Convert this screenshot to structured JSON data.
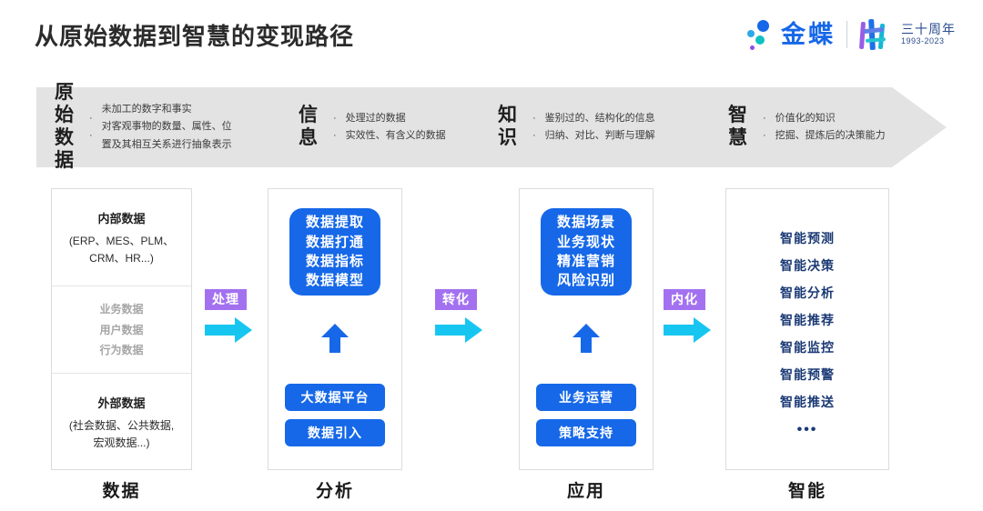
{
  "header": {
    "title": "从原始数据到智慧的变现路径",
    "brand": {
      "name": "金蝶",
      "anniversary_cn": "三十周年",
      "anniversary_years": "1993-2023"
    }
  },
  "banner": {
    "stages": [
      {
        "name_line1": "原始",
        "name_line2": "数据",
        "bullets": [
          "未加工的数字和事实",
          "对客观事物的数量、属性、位",
          "置及其相互关系进行抽象表示"
        ],
        "dots": 2
      },
      {
        "name_line1": "信",
        "name_line2": "息",
        "bullets": [
          "处理过的数据",
          "实效性、有含义的数据"
        ],
        "dots": 2
      },
      {
        "name_line1": "知",
        "name_line2": "识",
        "bullets": [
          "鉴别过的、结构化的信息",
          "归纳、对比、判断与理解"
        ],
        "dots": 2
      },
      {
        "name_line1": "智",
        "name_line2": "慧",
        "bullets": [
          "价值化的知识",
          "挖掘、提炼后的决策能力"
        ],
        "dots": 2
      }
    ]
  },
  "columns": {
    "data": {
      "footer_label": "数据",
      "internal_title": "内部数据",
      "internal_sub_line1": "(ERP、MES、PLM、",
      "internal_sub_line2": "CRM、HR...)",
      "middle_items": [
        "业务数据",
        "用户数据",
        "行为数据"
      ],
      "external_title": "外部数据",
      "external_sub_line1": "(社会数据、公共数据,",
      "external_sub_line2": "宏观数据...)"
    },
    "analysis": {
      "footer_label": "分析",
      "panel_lines": [
        "数据提取",
        "数据打通",
        "数据指标",
        "数据模型"
      ],
      "pill_top": "大数据平台",
      "pill_bottom": "数据引入"
    },
    "application": {
      "footer_label": "应用",
      "panel_lines": [
        "数据场景",
        "业务现状",
        "精准营销",
        "风险识别"
      ],
      "pill_top": "业务运营",
      "pill_bottom": "策略支持"
    },
    "intelligence": {
      "footer_label": "智能",
      "items": [
        "智能预测",
        "智能决策",
        "智能分析",
        "智能推荐",
        "智能监控",
        "智能预警",
        "智能推送"
      ],
      "ellipsis": "•••"
    }
  },
  "connectors": [
    {
      "label": "处理"
    },
    {
      "label": "转化"
    },
    {
      "label": "内化"
    }
  ],
  "colors": {
    "brand_blue": "#1668e8",
    "accent_purple": "#a371f0",
    "arrow_cyan": "#17c6f0",
    "banner_gray": "#e3e3e3",
    "intel_navy": "#1b3a75"
  }
}
